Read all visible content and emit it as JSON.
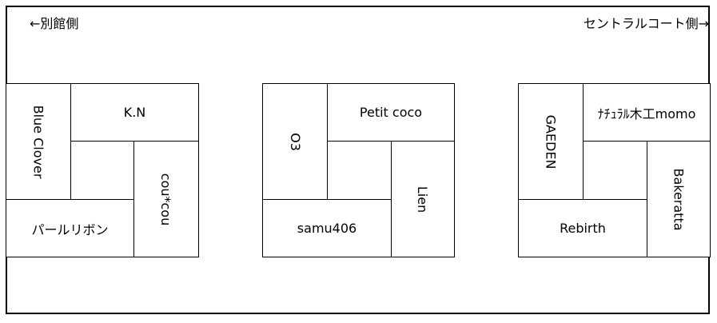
{
  "header": {
    "left_label": "←別館側",
    "right_label": "セントラルコート側→"
  },
  "blocks": [
    {
      "booths": [
        {
          "label": "Blue Clover",
          "orientation": "vertical"
        },
        {
          "label": "K.N",
          "orientation": "horizontal"
        },
        {
          "label": "",
          "orientation": "horizontal"
        },
        {
          "label": "cou*cou",
          "orientation": "vertical"
        },
        {
          "label": "パールリボン",
          "orientation": "horizontal"
        }
      ]
    },
    {
      "booths": [
        {
          "label": "O3",
          "orientation": "vertical"
        },
        {
          "label": "Petit coco",
          "orientation": "horizontal"
        },
        {
          "label": "",
          "orientation": "horizontal"
        },
        {
          "label": "Lien",
          "orientation": "vertical"
        },
        {
          "label": "samu406",
          "orientation": "horizontal"
        }
      ]
    },
    {
      "booths": [
        {
          "label": "GAEDEN",
          "orientation": "vertical"
        },
        {
          "label": "ﾅﾁｭﾗﾙ木工momo",
          "orientation": "horizontal"
        },
        {
          "label": "",
          "orientation": "horizontal"
        },
        {
          "label": "Bakeratta",
          "orientation": "vertical"
        },
        {
          "label": "Rebirth",
          "orientation": "horizontal"
        }
      ]
    }
  ]
}
